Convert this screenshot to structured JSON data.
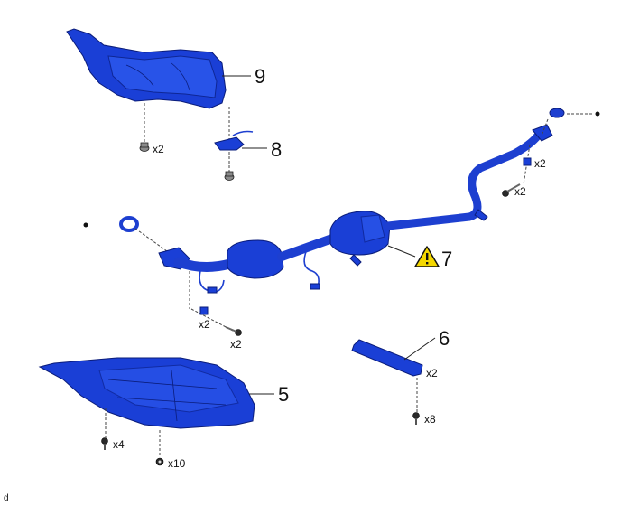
{
  "figure_id": "d",
  "callouts": {
    "c5": "5",
    "c6": "6",
    "c7": "7",
    "c8": "8",
    "c9": "9"
  },
  "quantities": {
    "q_shield_nut": "x2",
    "q_pipe_front_gasket": "x2",
    "q_pipe_front_bolt": "x2",
    "q_pipe_rear_gasket": "x2",
    "q_pipe_rear_bolt": "x2",
    "q_brace": "x2",
    "q_brace_bolt": "x8",
    "q_cover_bolt": "x4",
    "q_cover_clip": "x10"
  },
  "colors": {
    "part_blue": "#1a3fd6",
    "warning_yellow": "#f5d800"
  },
  "icons": [
    "caution-triangle-icon"
  ]
}
